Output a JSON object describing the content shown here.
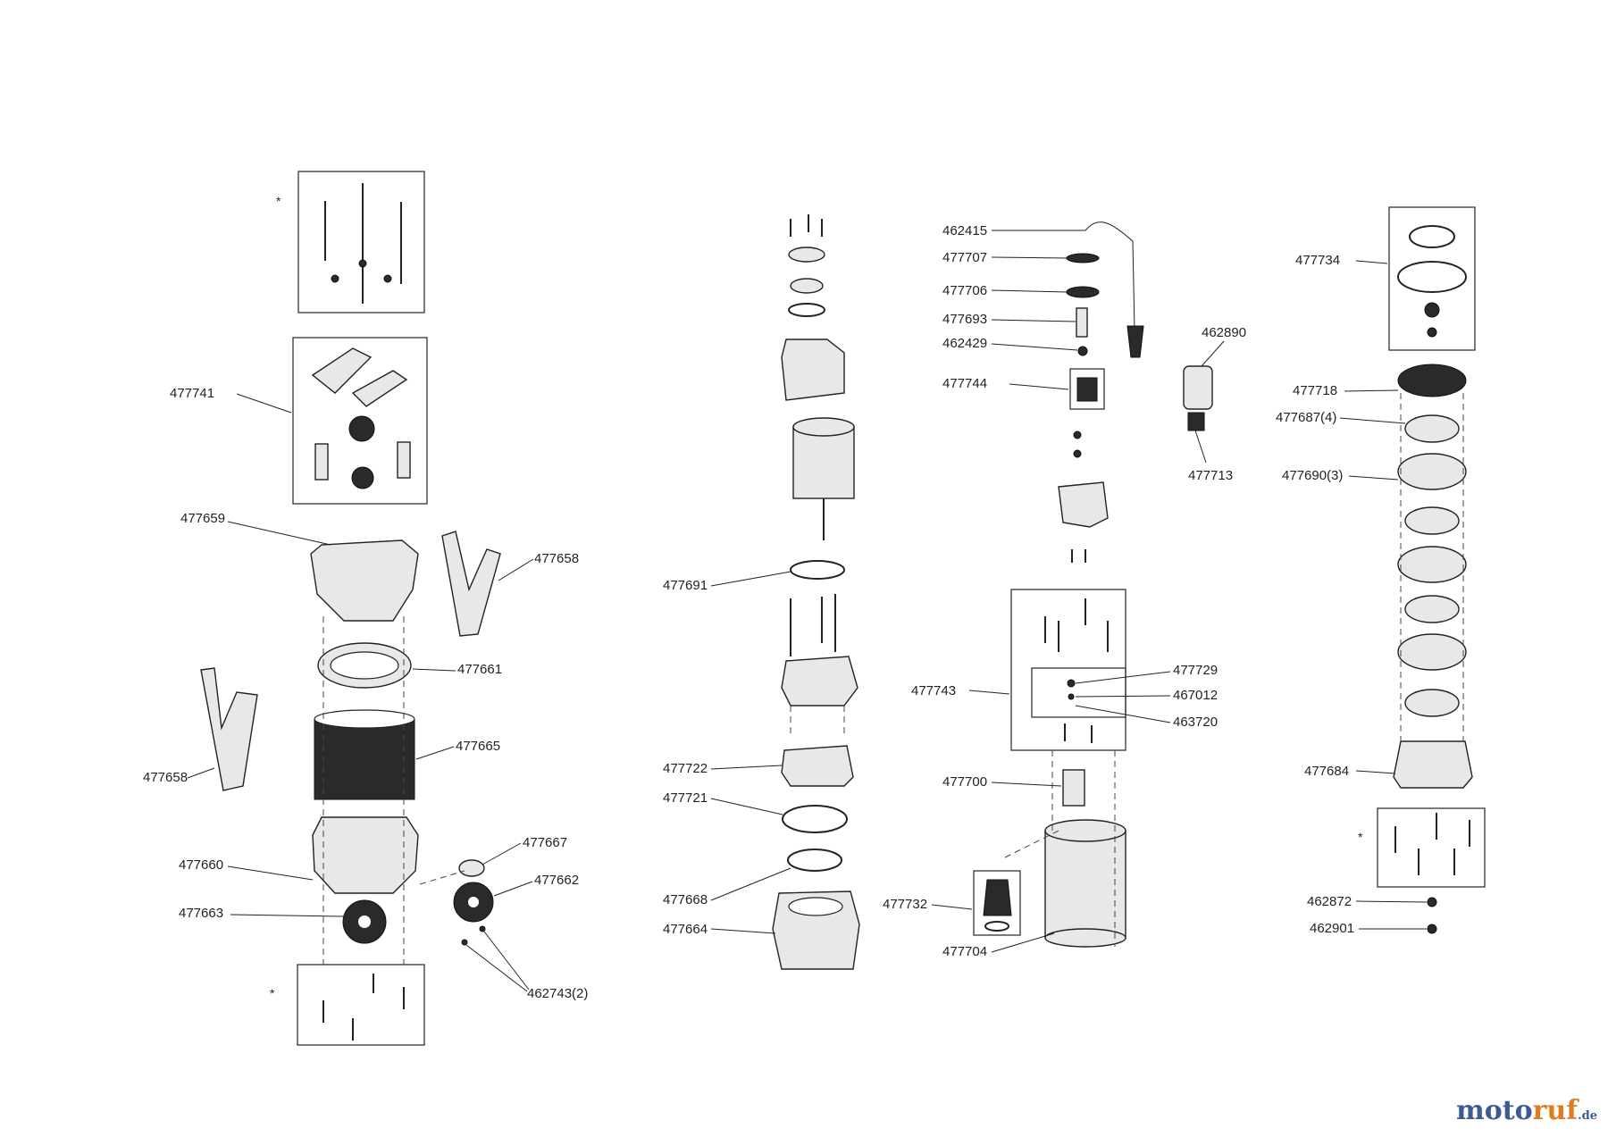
{
  "labels": {
    "p477741": "477741",
    "p477659": "477659",
    "p477658a": "477658",
    "p477661": "477661",
    "p477665": "477665",
    "p477658b": "477658",
    "p477660": "477660",
    "p477663": "477663",
    "p477667": "477667",
    "p477662": "477662",
    "p462743": "462743(2)",
    "p477691": "477691",
    "p477722": "477722",
    "p477721": "477721",
    "p477668": "477668",
    "p477664": "477664",
    "p462415": "462415",
    "p477707": "477707",
    "p477706": "477706",
    "p477693": "477693",
    "p462429": "462429",
    "p477744": "477744",
    "p462890": "462890",
    "p477713": "477713",
    "p477743": "477743",
    "p477729": "477729",
    "p467012": "467012",
    "p463720": "463720",
    "p477700": "477700",
    "p477732": "477732",
    "p477704": "477704",
    "p477734": "477734",
    "p477718": "477718",
    "p477687": "477687(4)",
    "p477690": "477690(3)",
    "p477684": "477684",
    "p462872": "462872",
    "p462901": "462901"
  },
  "asterisk": "*",
  "logo": {
    "main": "moto",
    "accent": "ruf",
    "tld": ".de"
  }
}
